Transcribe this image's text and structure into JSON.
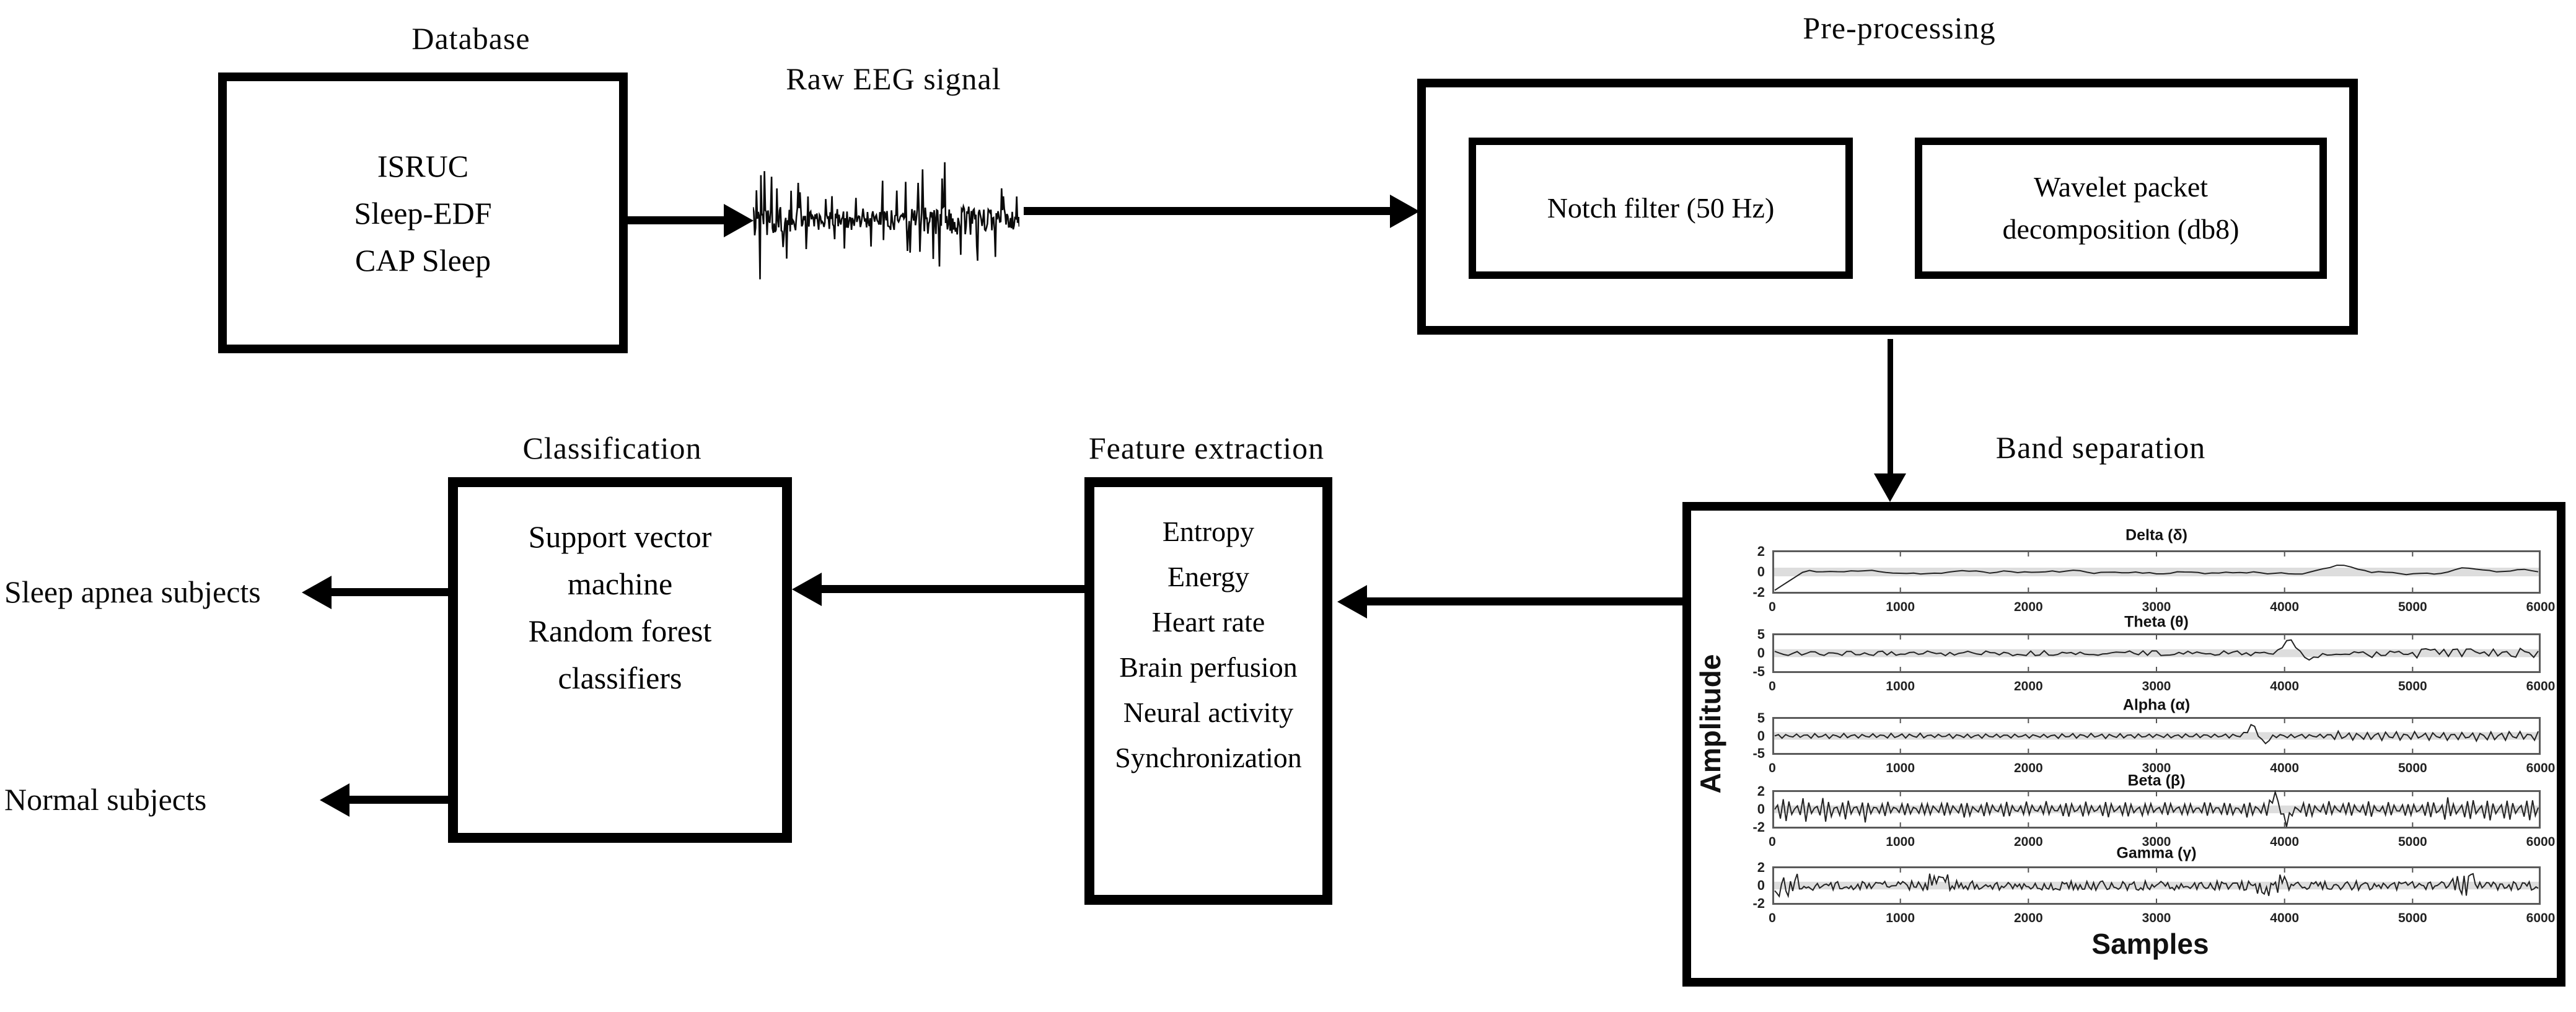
{
  "diagram": {
    "labels": {
      "database": "Database",
      "raw_eeg": "Raw EEG signal",
      "preprocessing": "Pre-processing",
      "band_separation": "Band separation",
      "feature_extraction": "Feature extraction",
      "classification": "Classification"
    },
    "database_box": {
      "lines": [
        "ISRUC",
        "Sleep-EDF",
        "CAP Sleep"
      ]
    },
    "preprocessing_box": {
      "notch": "Notch filter (50 Hz)",
      "wavelet_line1": "Wavelet packet",
      "wavelet_line2": "decomposition (db8)"
    },
    "feature_box": {
      "lines": [
        "Entropy",
        "Energy",
        "Heart rate",
        "Brain perfusion",
        "Neural activity",
        "Synchronization"
      ]
    },
    "classification_box": {
      "lines": [
        "Support vector",
        "machine",
        "Random forest",
        "classifiers"
      ]
    },
    "outputs": {
      "apnea": "Sleep apnea subjects",
      "normal": "Normal subjects"
    }
  },
  "chart_data": {
    "type": "line",
    "title": "",
    "xlabel": "Samples",
    "ylabel": "Amplitude",
    "xlim": [
      0,
      6000
    ],
    "x_ticks": [
      0,
      1000,
      2000,
      3000,
      4000,
      5000,
      6000
    ],
    "grid": false,
    "legend": "none",
    "subplots": [
      {
        "title": "Delta (δ)",
        "ylim": [
          -2,
          2
        ],
        "y_ticks": [
          2,
          0,
          -2
        ]
      },
      {
        "title": "Theta (θ)",
        "ylim": [
          -5,
          5
        ],
        "y_ticks": [
          5,
          0,
          -5
        ]
      },
      {
        "title": "Alpha (α)",
        "ylim": [
          -5,
          5
        ],
        "y_ticks": [
          5,
          0,
          -5
        ]
      },
      {
        "title": "Beta (β)",
        "ylim": [
          -2,
          2
        ],
        "y_ticks": [
          2,
          0,
          -2
        ]
      },
      {
        "title": "Gamma (γ)",
        "ylim": [
          -2,
          2
        ],
        "y_ticks": [
          2,
          0,
          -2
        ]
      }
    ]
  },
  "colors": {
    "ink": "#000000",
    "background": "#ffffff",
    "plot_frame": "#5a5a5a",
    "plot_signal": "#222222"
  }
}
